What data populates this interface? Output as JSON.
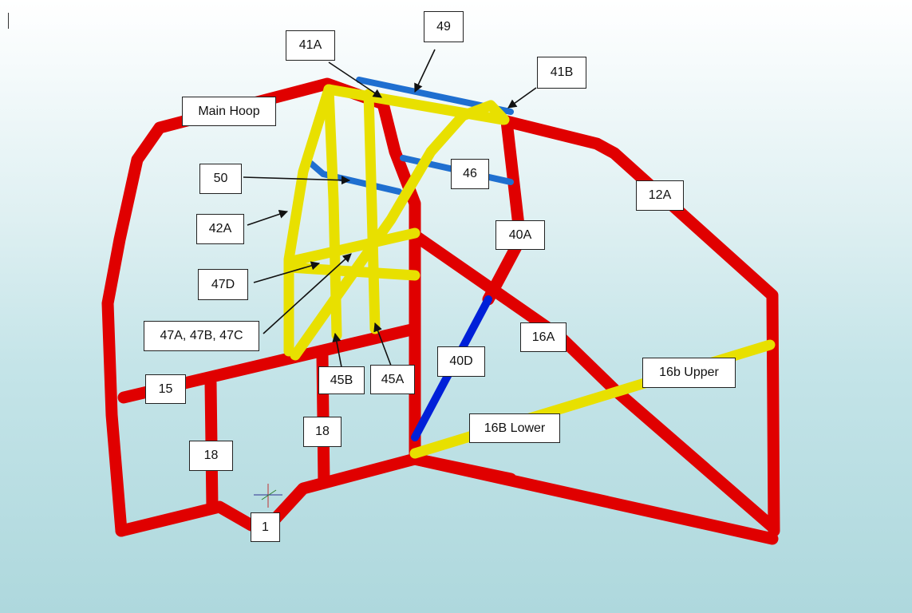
{
  "labels": {
    "l49": "49",
    "l41A": "41A",
    "l41B": "41B",
    "main_hoop": "Main Hoop",
    "l50": "50",
    "l46": "46",
    "l12A": "12A",
    "l42A": "42A",
    "l40A": "40A",
    "l47D": "47D",
    "l47ABC": "47A, 47B, 47C",
    "l16A": "16A",
    "l40D": "40D",
    "l16b_upper": "16b Upper",
    "l45B": "45B",
    "l45A": "45A",
    "l15": "15",
    "l18_right": "18",
    "l16B_lower": "16B Lower",
    "l18_left": "18",
    "l1": "1"
  },
  "colors": {
    "primary_member": "#e00000",
    "secondary_member": "#e8e000",
    "brace_blue": "#0020d8",
    "brace_light_blue": "#1f6fd0"
  }
}
